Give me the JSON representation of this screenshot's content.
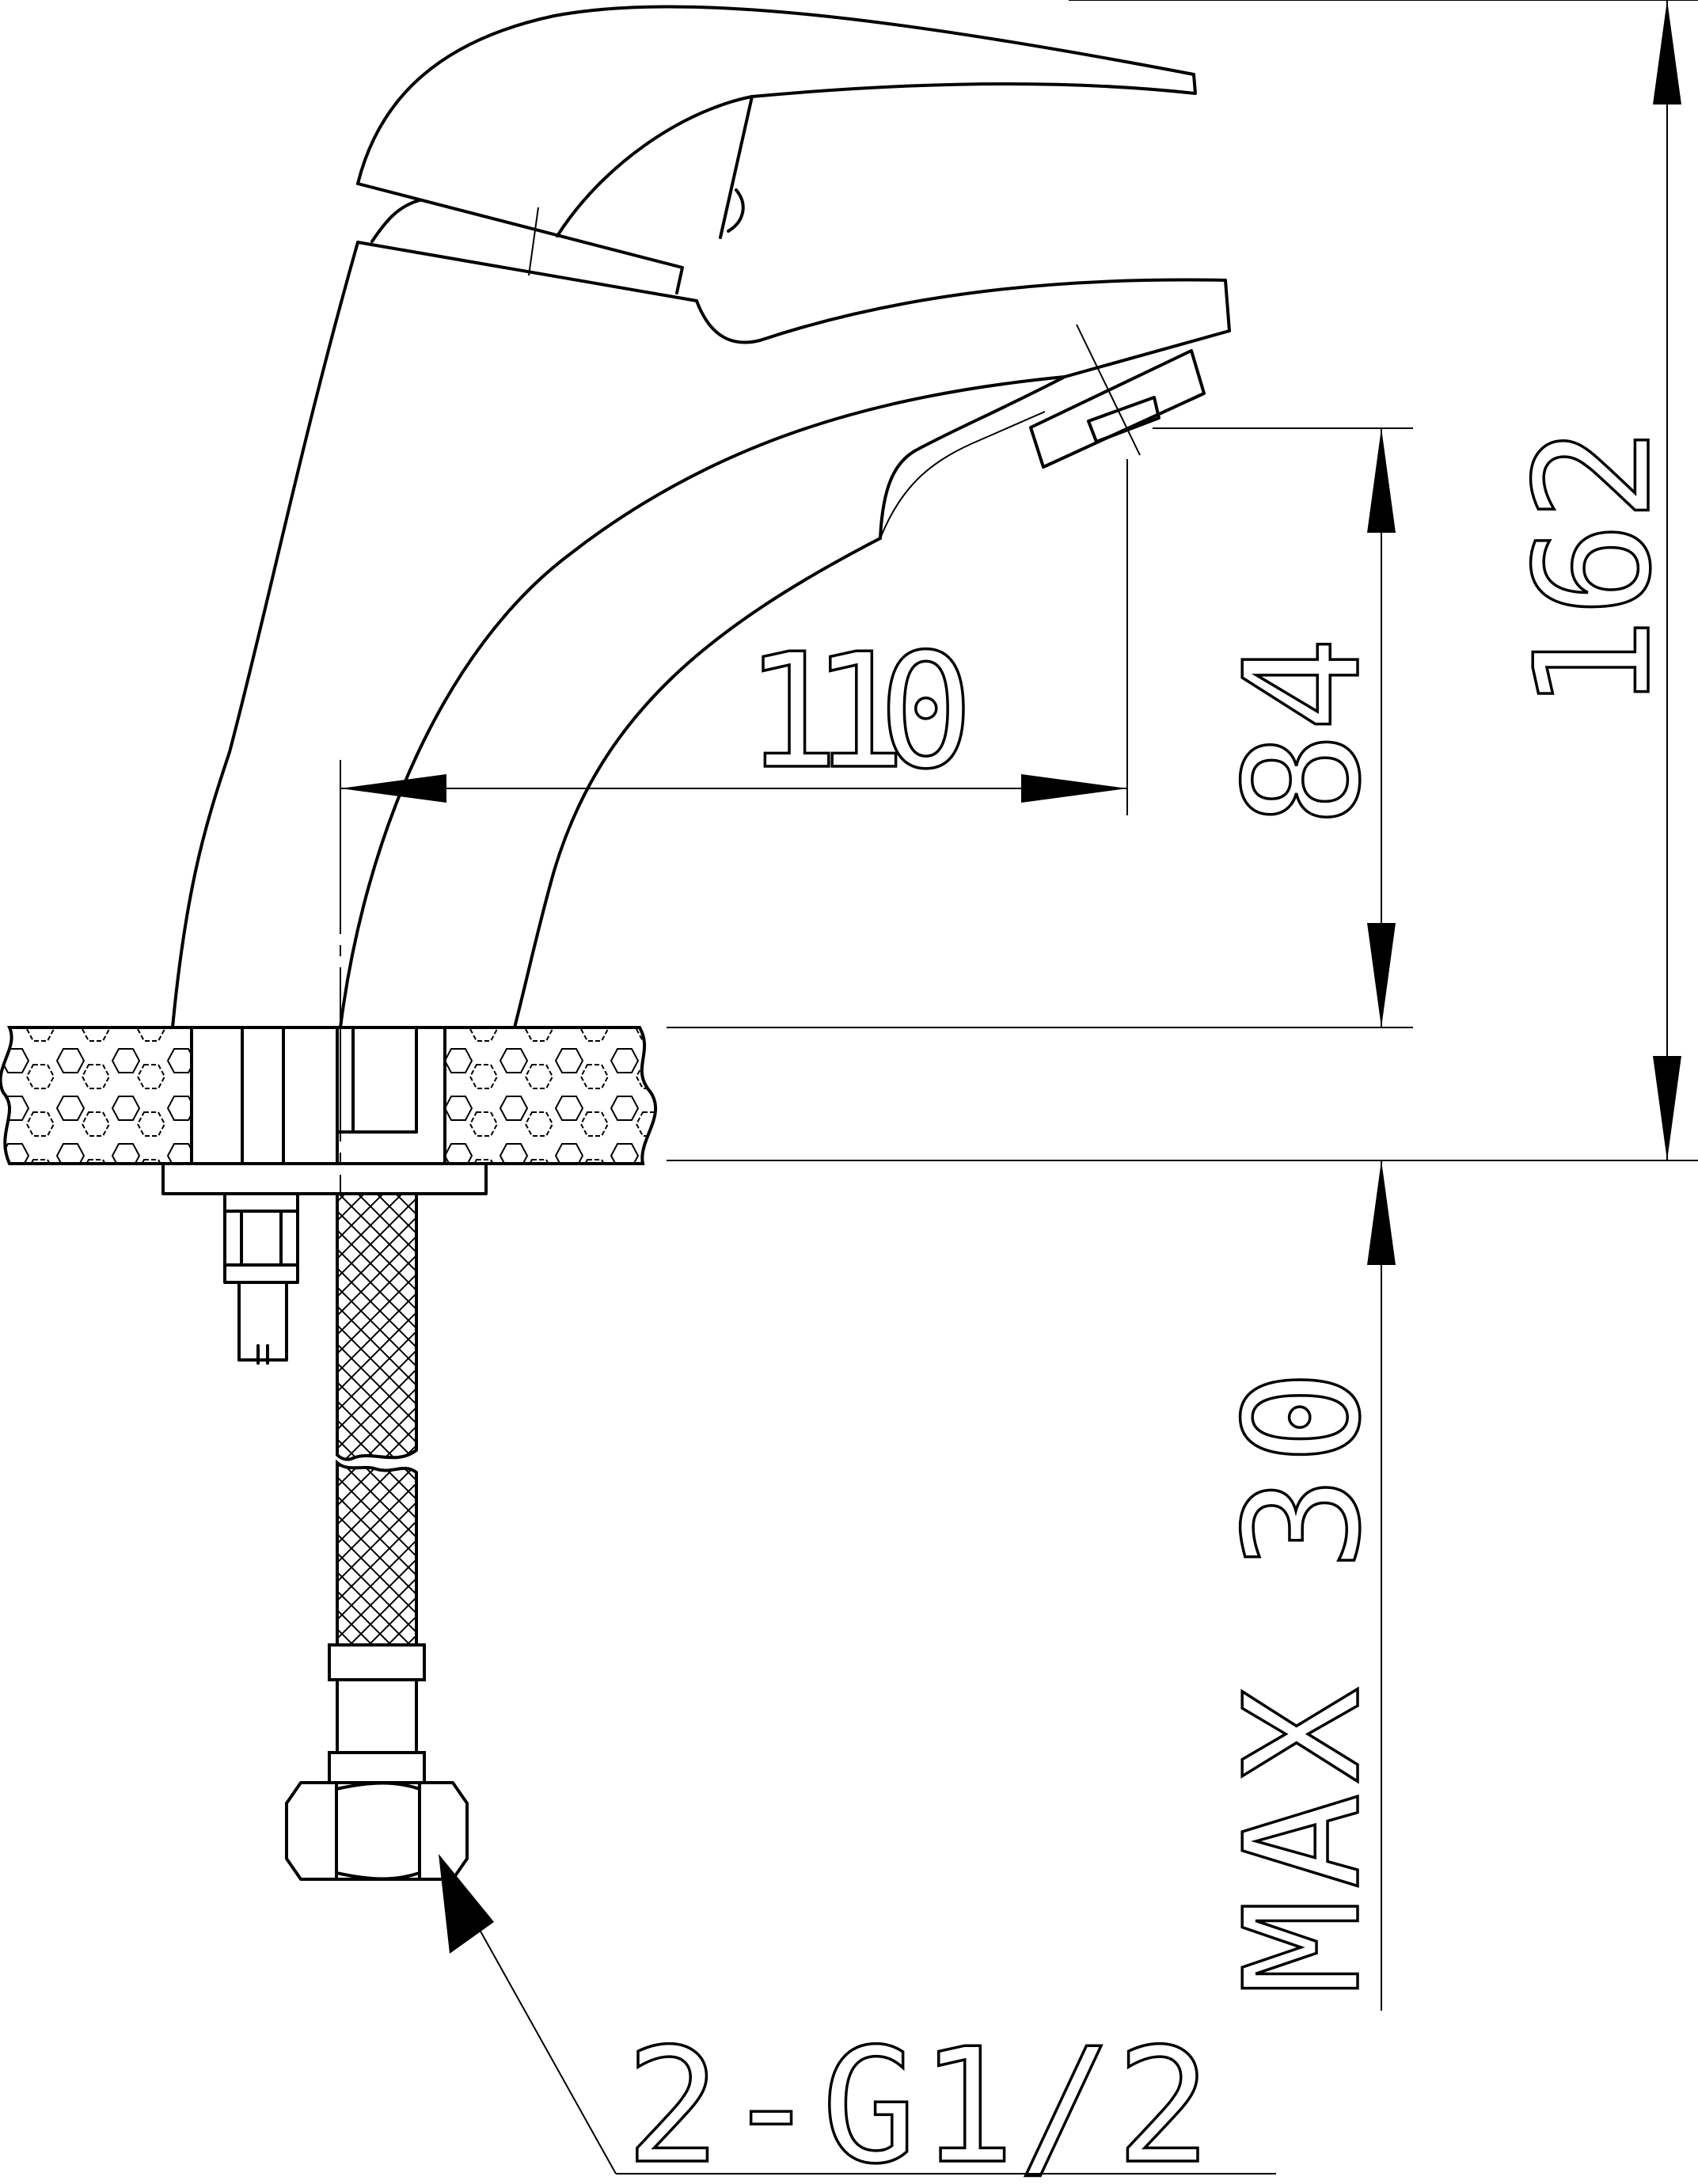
{
  "drawing": {
    "subject": "single-lever basin mixer tap",
    "dimensions": {
      "total_height": "162",
      "spout_height": "84",
      "spout_reach": "110",
      "max_countertop_thickness": "MAX 30",
      "connection": "2-G1/2"
    }
  }
}
